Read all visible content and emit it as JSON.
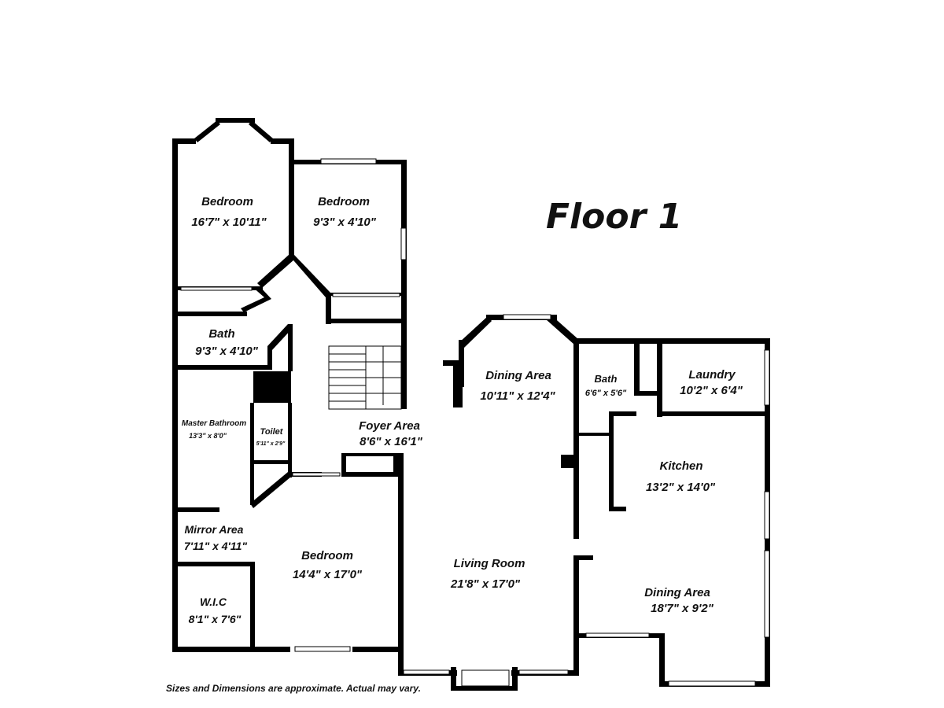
{
  "floor_title": "Floor 1",
  "disclaimer": "Sizes and Dimensions are approximate. Actual may vary.",
  "rooms": [
    {
      "name": "Bedroom",
      "dims": "16'7\" x 10'11\""
    },
    {
      "name": "Bedroom",
      "dims": "9'3\" x 4'10\""
    },
    {
      "name": "Bath",
      "dims": "9'3\" x 4'10\""
    },
    {
      "name": "Master Bathroom",
      "dims": "13'3\" x 8'0\""
    },
    {
      "name": "Toilet",
      "dims": "5'11\" x 2'9\""
    },
    {
      "name": "Foyer Area",
      "dims": "8'6\" x 16'1\""
    },
    {
      "name": "Dining Area",
      "dims": "10'11\" x 12'4\""
    },
    {
      "name": "Bath",
      "dims": "6'6\" x 5'6\""
    },
    {
      "name": "Laundry",
      "dims": "10'2\" x 6'4\""
    },
    {
      "name": "Kitchen",
      "dims": "13'2\" x 14'0\""
    },
    {
      "name": "Mirror Area",
      "dims": "7'11\" x 4'11\""
    },
    {
      "name": "Bedroom",
      "dims": "14'4\" x 17'0\""
    },
    {
      "name": "Living Room",
      "dims": "21'8\" x 17'0\""
    },
    {
      "name": "W.I.C",
      "dims": "8'1\" x 7'6\""
    },
    {
      "name": "Dining Area",
      "dims": "18'7\" x 9'2\""
    }
  ]
}
